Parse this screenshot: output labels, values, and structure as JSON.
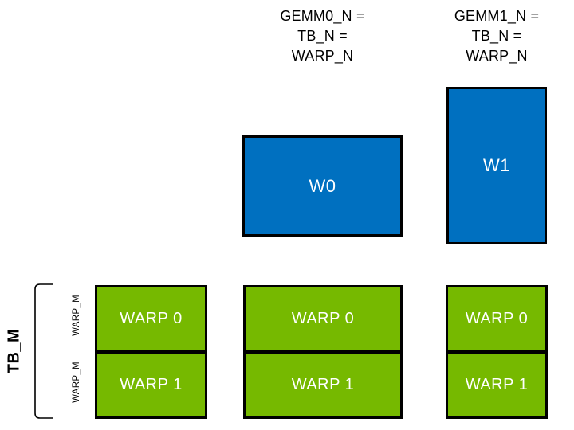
{
  "colors": {
    "blue": "#0070C0",
    "green": "#76B900",
    "border": "#000000",
    "boxtext": "#FFFFFF"
  },
  "headers": [
    {
      "lines": [
        "GEMM0_N =",
        "TB_N =",
        "WARP_N"
      ]
    },
    {
      "lines": [
        "GEMM1_N =",
        "TB_N =",
        "WARP_N"
      ]
    }
  ],
  "blue_boxes": [
    {
      "label": "W0"
    },
    {
      "label": "W1"
    }
  ],
  "left_axis": {
    "tb_label": "TB_M",
    "warp_labels": [
      "WARP_M",
      "WARP_M"
    ]
  },
  "green_columns": [
    {
      "cells": [
        "WARP 0",
        "WARP 1"
      ]
    },
    {
      "cells": [
        "WARP 0",
        "WARP 1"
      ]
    },
    {
      "cells": [
        "WARP 0",
        "WARP 1"
      ]
    }
  ]
}
